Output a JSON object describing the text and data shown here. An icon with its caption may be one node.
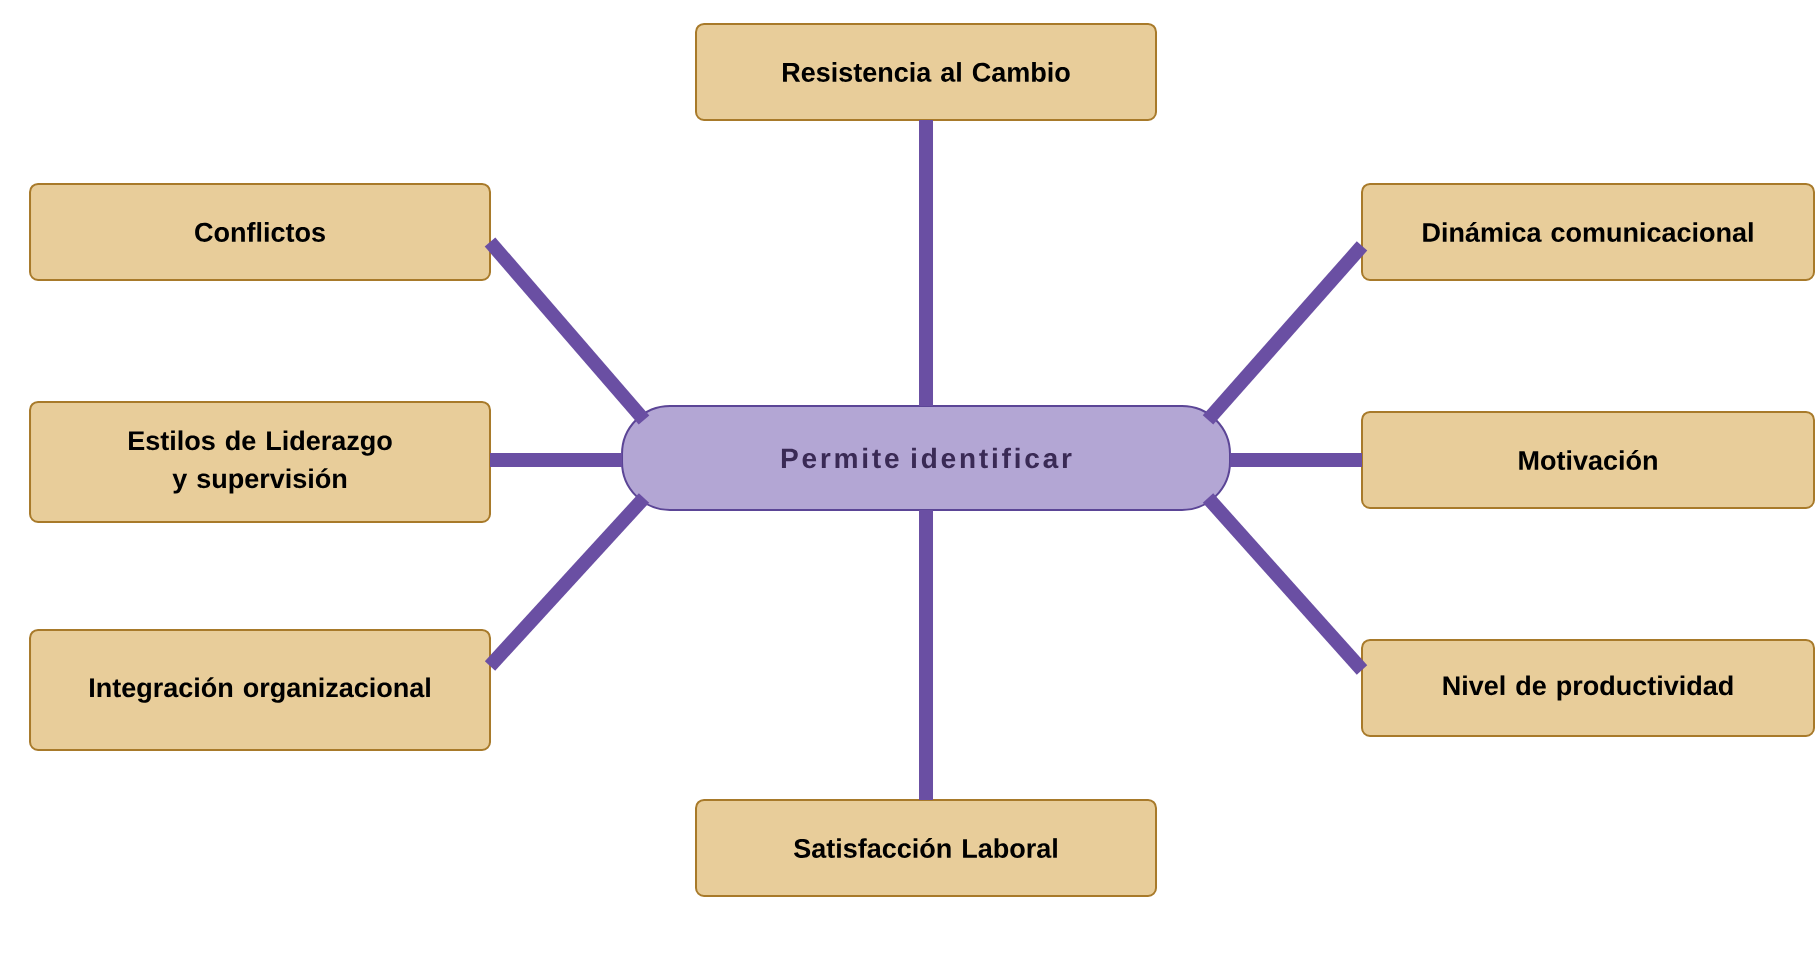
{
  "diagram": {
    "nodes": [
      {
        "text": [
          "Permite identificar"
        ]
      },
      {
        "text": [
          "Resistencia al Cambio"
        ]
      },
      {
        "text": [
          "Conflictos"
        ]
      },
      {
        "text": [
          "Estilos de Liderazgo y supervisión"
        ]
      },
      {
        "text": [
          "Integración organizacional"
        ]
      },
      {
        "text": [
          "Dinámica comunicacional"
        ]
      },
      {
        "text": [
          "Motivación"
        ]
      },
      {
        "text": [
          "Nivel de productividad"
        ]
      },
      {
        "text": [
          "Satisfacción Laboral"
        ]
      }
    ],
    "edges": [
      {
        "from": 0,
        "to": 1,
        "arrow": "none"
      },
      {
        "from": 0,
        "to": 2,
        "arrow": "none"
      },
      {
        "from": 0,
        "to": 3,
        "arrow": "none"
      },
      {
        "from": 0,
        "to": 4,
        "arrow": "none"
      },
      {
        "from": 0,
        "to": 5,
        "arrow": "none"
      },
      {
        "from": 0,
        "to": 6,
        "arrow": "none"
      },
      {
        "from": 0,
        "to": 7,
        "arrow": "none"
      },
      {
        "from": 0,
        "to": 8,
        "arrow": "none"
      }
    ]
  }
}
